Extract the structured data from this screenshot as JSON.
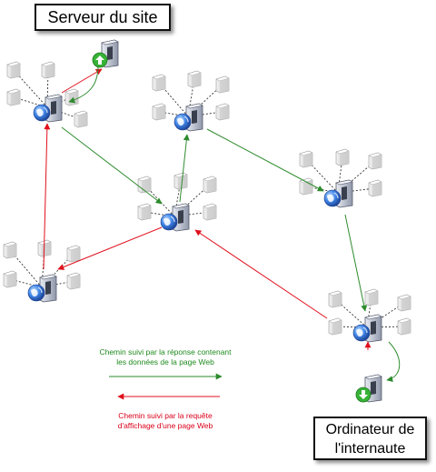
{
  "labels": {
    "server": "Serveur du site",
    "client_line1": "Ordinateur de",
    "client_line2": "l'internaute"
  },
  "legend": {
    "response_line1": "Chemin suivi par la réponse contenant",
    "response_line2": "les données de la page Web",
    "request_line1": "Chemin suivi par la requête",
    "request_line2": "d'affichage d'une page Web"
  },
  "colors": {
    "response": "#2e8b2e",
    "request": "#e0101c",
    "router_blue": "#2f6fd6",
    "server_green": "#37b237"
  }
}
